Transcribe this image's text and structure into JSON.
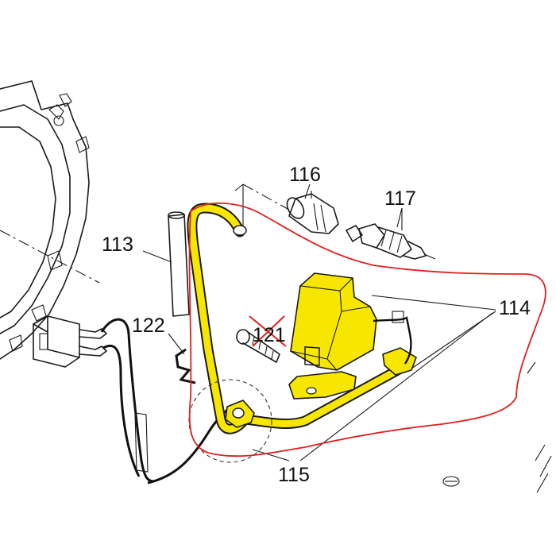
{
  "parts": [
    {
      "id": "p113",
      "number": "113"
    },
    {
      "id": "p114",
      "number": "114"
    },
    {
      "id": "p115",
      "number": "115"
    },
    {
      "id": "p116",
      "number": "116"
    },
    {
      "id": "p117",
      "number": "117"
    },
    {
      "id": "p121",
      "number": "121",
      "crossed_out": true
    },
    {
      "id": "p122",
      "number": "122"
    }
  ],
  "colors": {
    "highlight": "#f7e600",
    "annotation": "#e02020",
    "line": "#1a1a1a"
  }
}
